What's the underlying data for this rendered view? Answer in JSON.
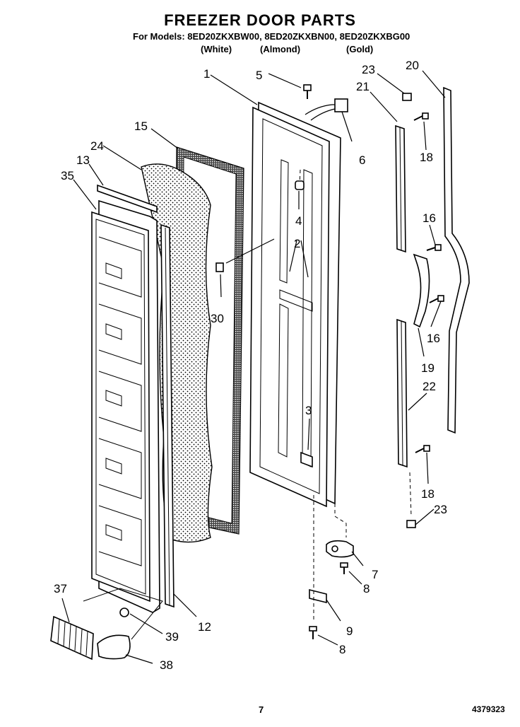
{
  "header": {
    "title": "FREEZER DOOR PARTS",
    "models_line": "For Models: 8ED20ZKXBW00, 8ED20ZKXBN00, 8ED20ZKXBG00",
    "colors": [
      "(White)",
      "(Almond)",
      "(Gold)"
    ]
  },
  "callouts": [
    "1",
    "2",
    "3",
    "4",
    "5",
    "6",
    "7",
    "8",
    "8",
    "9",
    "12",
    "13",
    "15",
    "16",
    "16",
    "18",
    "18",
    "19",
    "20",
    "21",
    "22",
    "23",
    "23",
    "24",
    "30",
    "35",
    "37",
    "38",
    "39"
  ],
  "footer": {
    "page_number": "7",
    "figure_number": "4379323"
  }
}
